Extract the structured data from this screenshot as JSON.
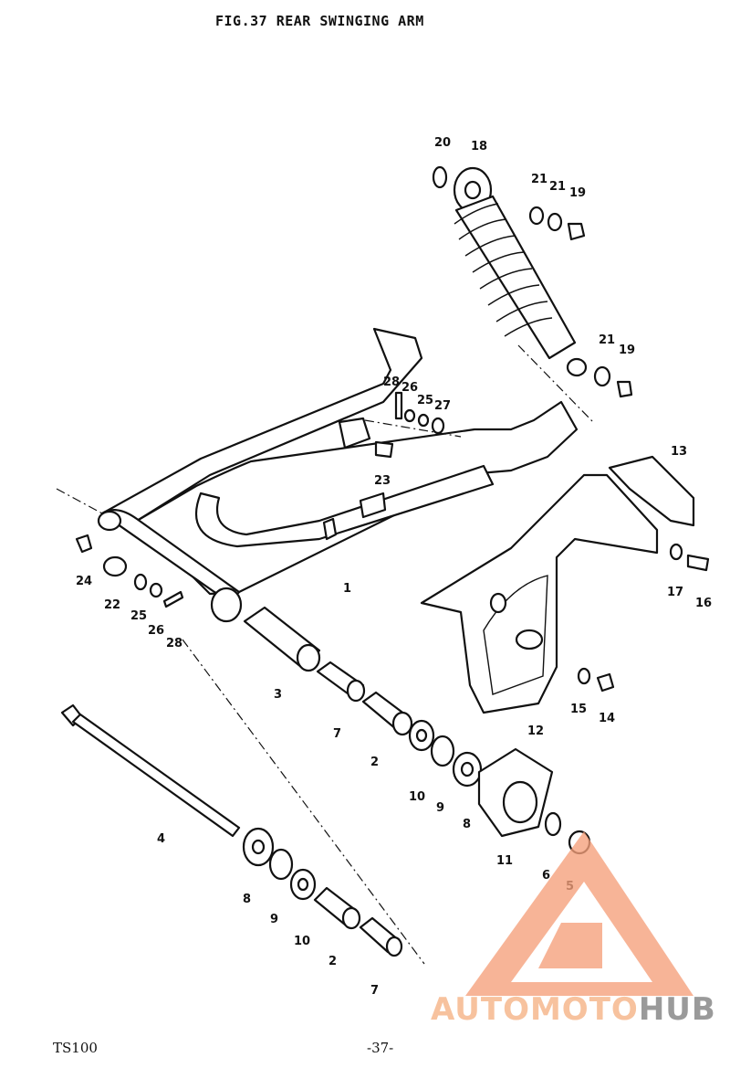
{
  "page": {
    "title": "FIG.37  REAR SWINGING ARM",
    "footer_left": "TS100",
    "footer_center": "-37-"
  },
  "callouts": {
    "c1": "1",
    "c2a": "2",
    "c2b": "2",
    "c3": "3",
    "c4": "4",
    "c5": "5",
    "c6": "6",
    "c7a": "7",
    "c7b": "7",
    "c8a": "8",
    "c8b": "8",
    "c9a": "9",
    "c9b": "9",
    "c10a": "10",
    "c10b": "10",
    "c11": "11",
    "c12": "12",
    "c13": "13",
    "c14": "14",
    "c15": "15",
    "c16": "16",
    "c17": "17",
    "c18": "18",
    "c19a": "19",
    "c19b": "19",
    "c20": "20",
    "c21a": "21",
    "c21b": "21",
    "c21c": "21",
    "c22": "22",
    "c23": "23",
    "c24": "24",
    "c25a": "25",
    "c25b": "25",
    "c26a": "26",
    "c26b": "26",
    "c27": "27",
    "c28a": "28",
    "c28b": "28"
  },
  "watermark": {
    "text_accent": "AUTOMOTO",
    "text_dark": "HUB",
    "color_accent": "#f5a07a",
    "color_dark": "#8a8a8a"
  }
}
